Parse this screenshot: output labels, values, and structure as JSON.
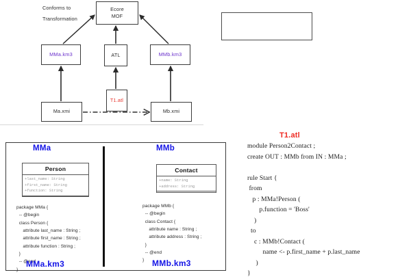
{
  "megamodel": {
    "boxes": [
      {
        "id": "ecore",
        "label_line1": "Ecore",
        "label_line2": "MOF"
      },
      {
        "id": "mma_km3",
        "label": "MMa.km3"
      },
      {
        "id": "atl",
        "label": "ATL"
      },
      {
        "id": "mmb_km3",
        "label": "MMb.km3"
      },
      {
        "id": "t1_atl",
        "label": "T1.atl"
      },
      {
        "id": "ma_xmi",
        "label": "Ma.xmi"
      },
      {
        "id": "mb_xmi",
        "label": "Mb.xmi"
      }
    ],
    "colors": {
      "purple": "#6a30cc",
      "red": "#e8342c",
      "box_border": "#3a3a3a"
    }
  },
  "legend": {
    "conforms_to": "Conforms to",
    "transformation": "Transformation"
  },
  "metamodels": {
    "left": {
      "title": "MMa",
      "file": "MMa.km3",
      "class": {
        "name": "Person",
        "attributes": [
          "+last_name: String",
          "+first_name: String",
          "+function: String"
        ]
      },
      "code": "package MMa {\n  -- @begin\n  class Person {\n     attribute last_name : String ;\n     attribute first_name : String ;\n     attribute function : String ;\n  }\n  -- @end\n}"
    },
    "right": {
      "title": "MMb",
      "file": "MMb.km3",
      "class": {
        "name": "Contact",
        "attributes": [
          "+name: String",
          "+address: String"
        ]
      },
      "code": "package MMb {\n  -- @begin\n  class Contact {\n     attribute name : String ;\n     attribute address : String ;\n  }\n  -- @end\n}"
    },
    "title_color": "#1414e6"
  },
  "transformation": {
    "title": "T1.atl",
    "title_color": "#ee2a22",
    "code": "module Person2Contact ;\ncreate OUT : MMb from IN : MMa ;\n\nrule Start {\n from\n   p : MMa!Person (\n       p.function = 'Boss'\n    )\n  to\n    c : MMb!Contact (\n         name <- p.first_name + p.last_name\n     )\n}"
  }
}
